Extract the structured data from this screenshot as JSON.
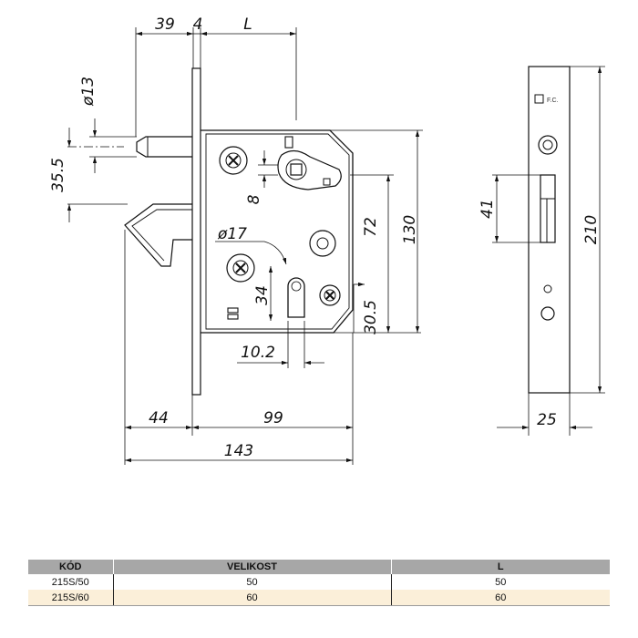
{
  "drawing": {
    "dimensions": [
      "39",
      "4",
      "L",
      "ø13",
      "35.5",
      "8",
      "ø17",
      "34",
      "72",
      "130",
      "30.5",
      "10.2",
      "44",
      "99",
      "143",
      "41",
      "210",
      "25"
    ],
    "plate_mark": "F.C."
  },
  "table": {
    "headers": [
      "KÓD",
      "VELIKOST",
      "L"
    ],
    "rows": [
      [
        "215S/50",
        "50",
        "50"
      ],
      [
        "215S/60",
        "60",
        "60"
      ]
    ]
  },
  "colors": {
    "header": "#a7a7a7",
    "alt_row": "#fbefd9",
    "line": "#111111"
  }
}
